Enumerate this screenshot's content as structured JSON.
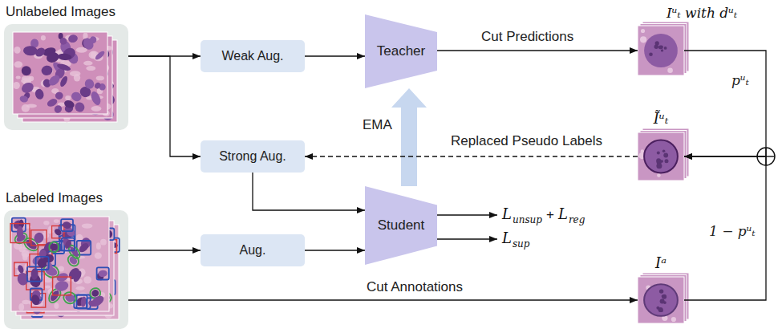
{
  "diagram": {
    "nodes": [
      {
        "text": [
          "Unlabeled Images"
        ]
      },
      {
        "text": [
          "Weak  Aug."
        ]
      },
      {
        "text": [
          "Teacher"
        ]
      },
      {
        "text": [
          "Iᵘₜ with dᵘₜ"
        ]
      },
      {
        "text": [
          "Strong Aug."
        ]
      },
      {
        "text": [
          "Ĩᵘₜ"
        ]
      },
      {
        "text": [
          "Labeled Images"
        ]
      },
      {
        "text": [
          "Aug."
        ]
      },
      {
        "text": [
          "Student"
        ]
      },
      {
        "text": [
          "Iᵃ"
        ]
      }
    ],
    "edges": [
      {
        "from": 0,
        "to": 1,
        "arrow": "to"
      },
      {
        "from": 0,
        "to": 4,
        "arrow": "to"
      },
      {
        "from": 1,
        "to": 2,
        "arrow": "to"
      },
      {
        "from": 2,
        "to": 3,
        "label": "Cut Predictions",
        "arrow": "to"
      },
      {
        "from": 4,
        "to": 8,
        "arrow": "to"
      },
      {
        "from": 6,
        "to": 7,
        "arrow": "to"
      },
      {
        "from": 7,
        "to": 8,
        "arrow": "to"
      },
      {
        "from": 8,
        "to": 2,
        "label": "EMA",
        "arrow": "to"
      },
      {
        "from": 5,
        "to": 4,
        "label": "Replaced Pseudo Labels",
        "arrow": "to"
      },
      {
        "from": 3,
        "to": 5,
        "label": "pᵘₜ",
        "arrow": "to"
      },
      {
        "from": 9,
        "to": 5,
        "label": "1 − pᵘₜ",
        "arrow": "to"
      },
      {
        "from": 6,
        "to": 9,
        "label": "Cut Annotations",
        "arrow": "to"
      }
    ],
    "labels": [
      "L",
      "unsup",
      "+",
      "L",
      "reg",
      "L",
      "sup"
    ]
  }
}
